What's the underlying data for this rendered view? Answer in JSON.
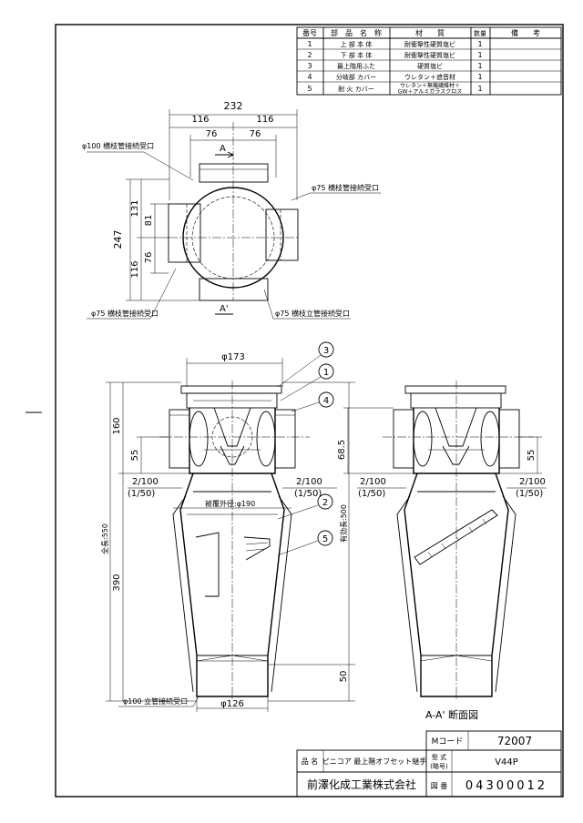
{
  "parts_table": {
    "headers": [
      "番号",
      "部　品　名　称",
      "材　　質",
      "数量",
      "備　　考"
    ],
    "rows": [
      {
        "no": "1",
        "name": "上 部 本 体",
        "material": "耐衝撃性硬質塩ビ",
        "qty": "1"
      },
      {
        "no": "2",
        "name": "下 部 本 体",
        "material": "耐衝撃性硬質塩ビ",
        "qty": "1"
      },
      {
        "no": "3",
        "name": "最上階用ふた",
        "material": "硬質塩ビ",
        "qty": "1"
      },
      {
        "no": "4",
        "name": "分岐部 カバー",
        "material": "ウレタン＋遮音材",
        "qty": "1"
      },
      {
        "no": "5",
        "name": "耐 火 カバー",
        "material": "ウレタン＋無機繊維材＋GW＋アルミガラスクロス",
        "material_line1": "ウレタン＋無機繊維材＋",
        "material_line2": "GW＋アルミガラスクロス",
        "qty": "1"
      }
    ]
  },
  "plan_view": {
    "dim_total_width": "232",
    "dim_half_left": "116",
    "dim_half_right": "116",
    "dim_inner_left": "76",
    "dim_inner_right": "76",
    "dim_height_total": "247",
    "dim_upper": "131",
    "dim_lower": "116",
    "dim_81": "81",
    "dim_76": "76",
    "section_mark_top": "A",
    "section_mark_bottom": "A'",
    "label_top_left": "φ100 横枝管接続受口",
    "label_right": "φ75 横枝管接続受口",
    "label_bottom_left": "φ75 横枝管接続受口",
    "label_bottom_right": "φ75 横枝立管接続受口"
  },
  "front_view": {
    "dim_top_dia": "φ173",
    "dim_total_height": "全長:550",
    "dim_160": "160",
    "dim_55": "55",
    "dim_390": "390",
    "dim_50": "50",
    "dim_vertical_500": "有効長:500",
    "slope_left_a": "2/100",
    "slope_left_b": "(1/50)",
    "slope_right_a": "2/100",
    "slope_right_b": "(1/50)",
    "cover_dia": "被覆外径:φ190",
    "label_bottom_left": "φ100 立管接続受口",
    "dim_bottom_dia": "φ126",
    "balloons": [
      "3",
      "1",
      "4",
      "2",
      "5"
    ]
  },
  "section_view": {
    "dim_68_5": "68.5",
    "dim_55": "55",
    "slope_left_a": "2/100",
    "slope_left_b": "(1/50)",
    "slope_right_a": "2/100",
    "slope_right_b": "(1/50)",
    "title": "A-A' 断面図"
  },
  "title_block": {
    "m_code_label": "Mコード",
    "m_code_value": "72007",
    "name_label": "品 名",
    "name_value": "ピニコア 最上階オフセット継手",
    "model_label_1": "型 式",
    "model_label_2": "(略号)",
    "model_value": "V44P",
    "company": "前澤化成工業株式会社",
    "drawing_no_label": "図 番",
    "drawing_no_value": "04300012"
  }
}
